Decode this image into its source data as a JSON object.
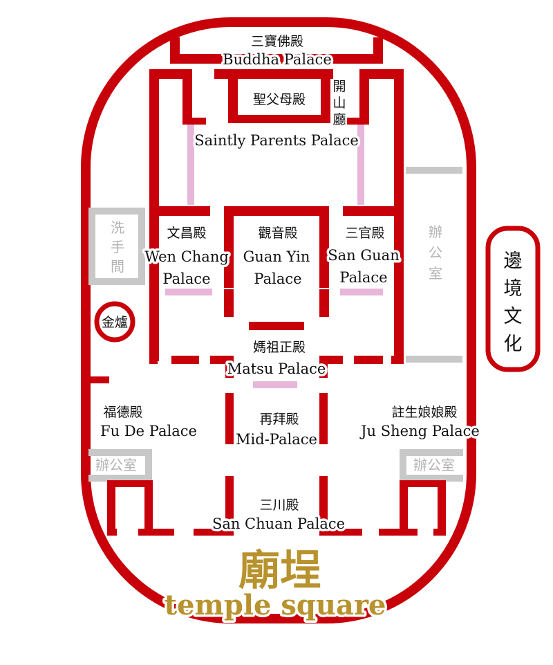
{
  "colors": {
    "wall": "#c8000a",
    "grey_wall": "#c8c8c8",
    "pink_opening": "#e7b6d9",
    "gold": "#b8922d"
  },
  "palaces": {
    "buddha": {
      "zh": "三寶佛殿",
      "en": "Buddha Palace"
    },
    "saintly_parents": {
      "zh": "聖父母殿",
      "en": "Saintly Parents Palace"
    },
    "kaishan_hall": {
      "zh_chars": [
        "開",
        "山",
        "廳"
      ]
    },
    "wen_chang": {
      "zh": "文昌殿",
      "en1": "Wen Chang",
      "en2": "Palace"
    },
    "guan_yin": {
      "zh": "觀音殿",
      "en1": "Guan Yin",
      "en2": "Palace"
    },
    "san_guan": {
      "zh": "三官殿",
      "en1": "San Guan",
      "en2": "Palace"
    },
    "matsu": {
      "zh": "媽祖正殿",
      "en": "Matsu Palace"
    },
    "fu_de": {
      "zh": "福德殿",
      "en": "Fu De Palace"
    },
    "mid": {
      "zh": "再拜殿",
      "en": "Mid-Palace"
    },
    "ju_sheng": {
      "zh": "註生娘娘殿",
      "en": "Ju Sheng Palace"
    },
    "san_chuan": {
      "zh": "三川殿",
      "en": "San Chuan Palace"
    }
  },
  "rooms": {
    "restroom_chars": [
      "洗",
      "手",
      "間"
    ],
    "office_right_chars": [
      "辦",
      "公",
      "室"
    ],
    "office_left": "辦公室",
    "office_right_small": "辦公室",
    "furnace": "金爐"
  },
  "badge_chars": [
    "邊",
    "境",
    "文",
    "化"
  ],
  "square": {
    "zh": "廟埕",
    "en": "temple square"
  }
}
